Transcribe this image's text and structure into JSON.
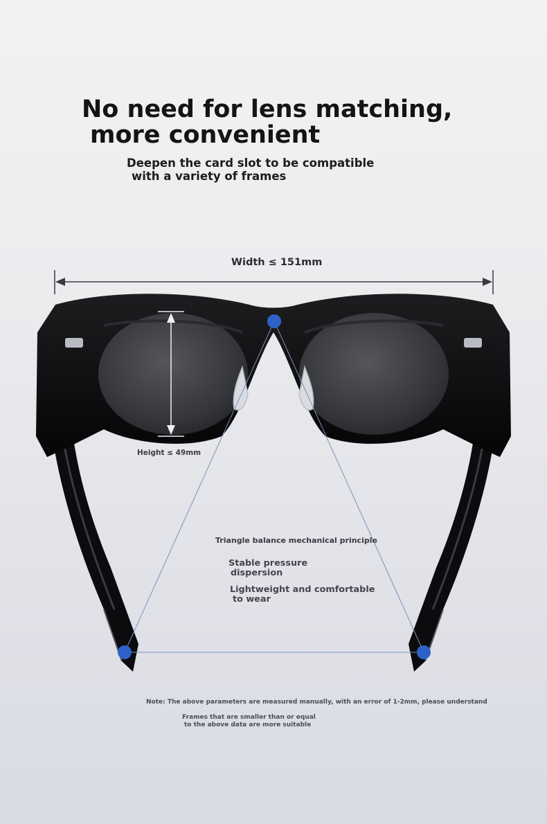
{
  "headline": {
    "line1": "No need for lens matching,",
    "line2": "more convenient"
  },
  "subheadline": {
    "line1": "Deepen the card slot to be compatible",
    "line2": "with a variety of frames"
  },
  "measurements": {
    "width_label": "Width ≤ 151mm",
    "height_label": "Height ≤ 49mm"
  },
  "features": {
    "triangle": "Triangle balance mechanical principle",
    "stable_line1": "Stable pressure",
    "stable_line2": "dispersion",
    "light_line1": "Lightweight and comfortable",
    "light_line2": "to wear"
  },
  "notes": {
    "note": "Note: The above parameters are measured manually, with an error of 1-2mm, please understand",
    "frames_line1": "Frames that are smaller than or equal",
    "frames_line2": "to the above data are more suitable"
  },
  "colors": {
    "marker_blue": "#2f62c9",
    "frame_black": "#0c0c0e",
    "lens_gray": "#3a3b40"
  }
}
